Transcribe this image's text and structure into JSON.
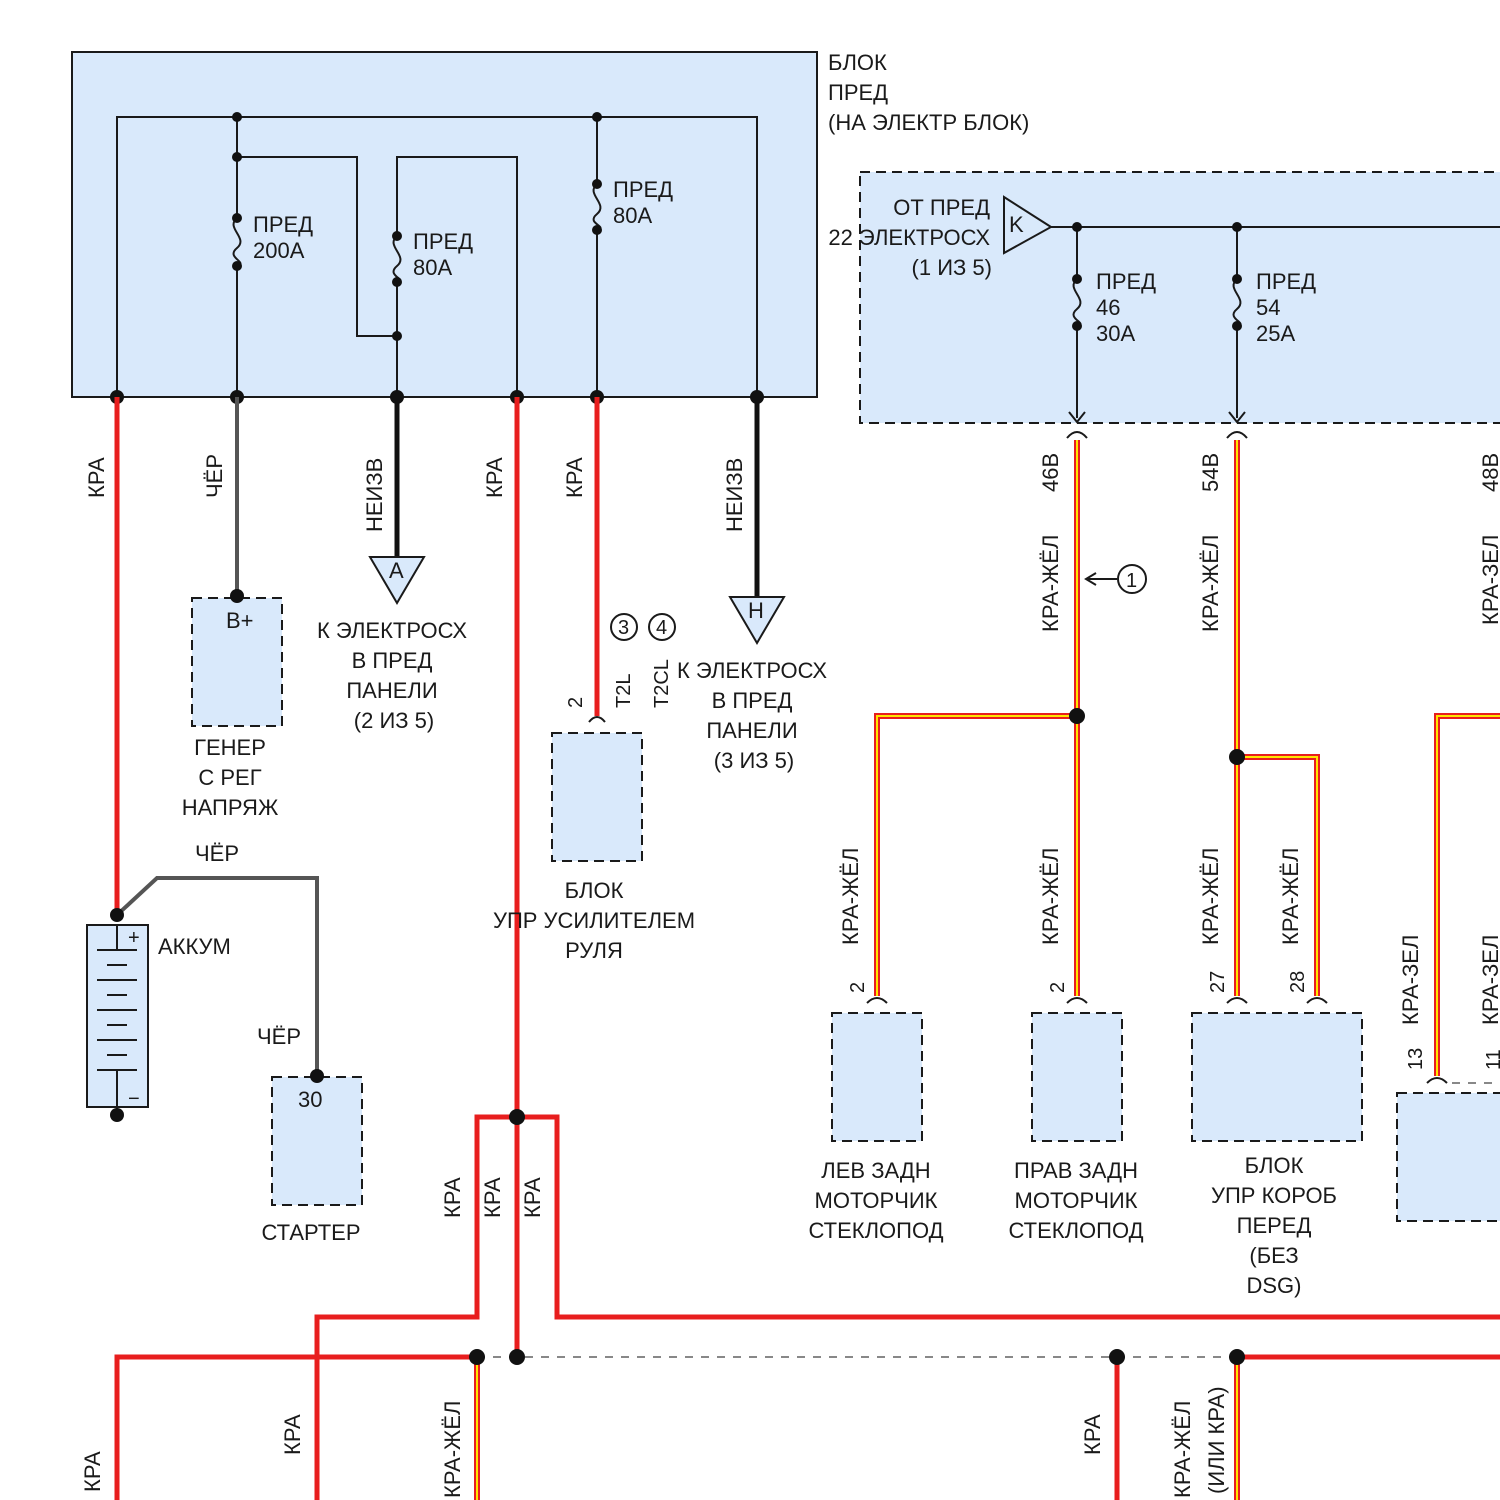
{
  "front_block": {
    "title_lines": [
      "БЛОК",
      "ПРЕД",
      "(НА ЭЛЕКТР БЛОК)"
    ],
    "fuse1": [
      "ПРЕД",
      "200A"
    ],
    "fuse2": [
      "ПРЕД",
      "80A"
    ],
    "fuse3": [
      "ПРЕД",
      "80A"
    ]
  },
  "front_electrics": {
    "connector_letter": "K",
    "from_lines": [
      "ОТ ПРЕД",
      "22 ЭЛЕКТРОСХ",
      "(1 ИЗ 5)"
    ],
    "fuse46": [
      "ПРЕД",
      "46",
      "30A"
    ],
    "fuse54": [
      "ПРЕД",
      "54",
      "25A"
    ]
  },
  "wire_labels": {
    "kra": "КРА",
    "cher": "ЧЁР",
    "neizv": "НЕИЗВ",
    "kra_zhel": "КРА-ЖЁЛ",
    "kra_zel": "КРА-ЗЕЛ",
    "kra_zhel_ili_kra": "(ИЛИ КРА)",
    "w46b": "46B",
    "w54b": "54B",
    "w48b": "48B"
  },
  "connectors": {
    "A": {
      "letter": "A",
      "lines": [
        "К ЭЛЕКТРОСХ",
        "В ПРЕД",
        "ПАНЕЛИ",
        "(2 ИЗ 5)"
      ]
    },
    "H": {
      "letter": "H",
      "lines": [
        "К ЭЛЕКТРОСХ",
        "В ПРЕД",
        "ПАНЕЛИ",
        "(3 ИЗ 5)"
      ]
    }
  },
  "components": {
    "generator": {
      "pin": "B+",
      "lines": [
        "ГЕНЕР",
        "С РЕГ",
        "НАПРЯЖ"
      ]
    },
    "battery": {
      "label": "АККУМ",
      "plus": "+",
      "minus": "−"
    },
    "starter": {
      "pin": "30",
      "label": "СТАРТЕР"
    },
    "steering": {
      "pin": "2",
      "conn1": "T2L",
      "conn2": "T2CL",
      "note1": "3",
      "note2": "4",
      "lines": [
        "БЛОК",
        "УПР УСИЛИТЕЛЕМ",
        "РУЛЯ"
      ]
    },
    "left_window": {
      "pin": "2",
      "lines": [
        "ЛЕВ ЗАДН",
        "МОТОРЧИК",
        "СТЕКЛОПОД"
      ]
    },
    "right_window": {
      "pin": "2",
      "lines": [
        "ПРАВ ЗАДН",
        "МОТОРЧИК",
        "СТЕКЛОПОД"
      ]
    },
    "gearbox": {
      "pin1": "27",
      "pin2": "28",
      "lines": [
        "БЛОК",
        "УПР КОРОБ",
        "ПЕРЕД",
        "(БЕЗ",
        "DSG)"
      ]
    },
    "right_unit": {
      "pin1": "13",
      "pin2": "11"
    }
  },
  "note_marker": "1"
}
